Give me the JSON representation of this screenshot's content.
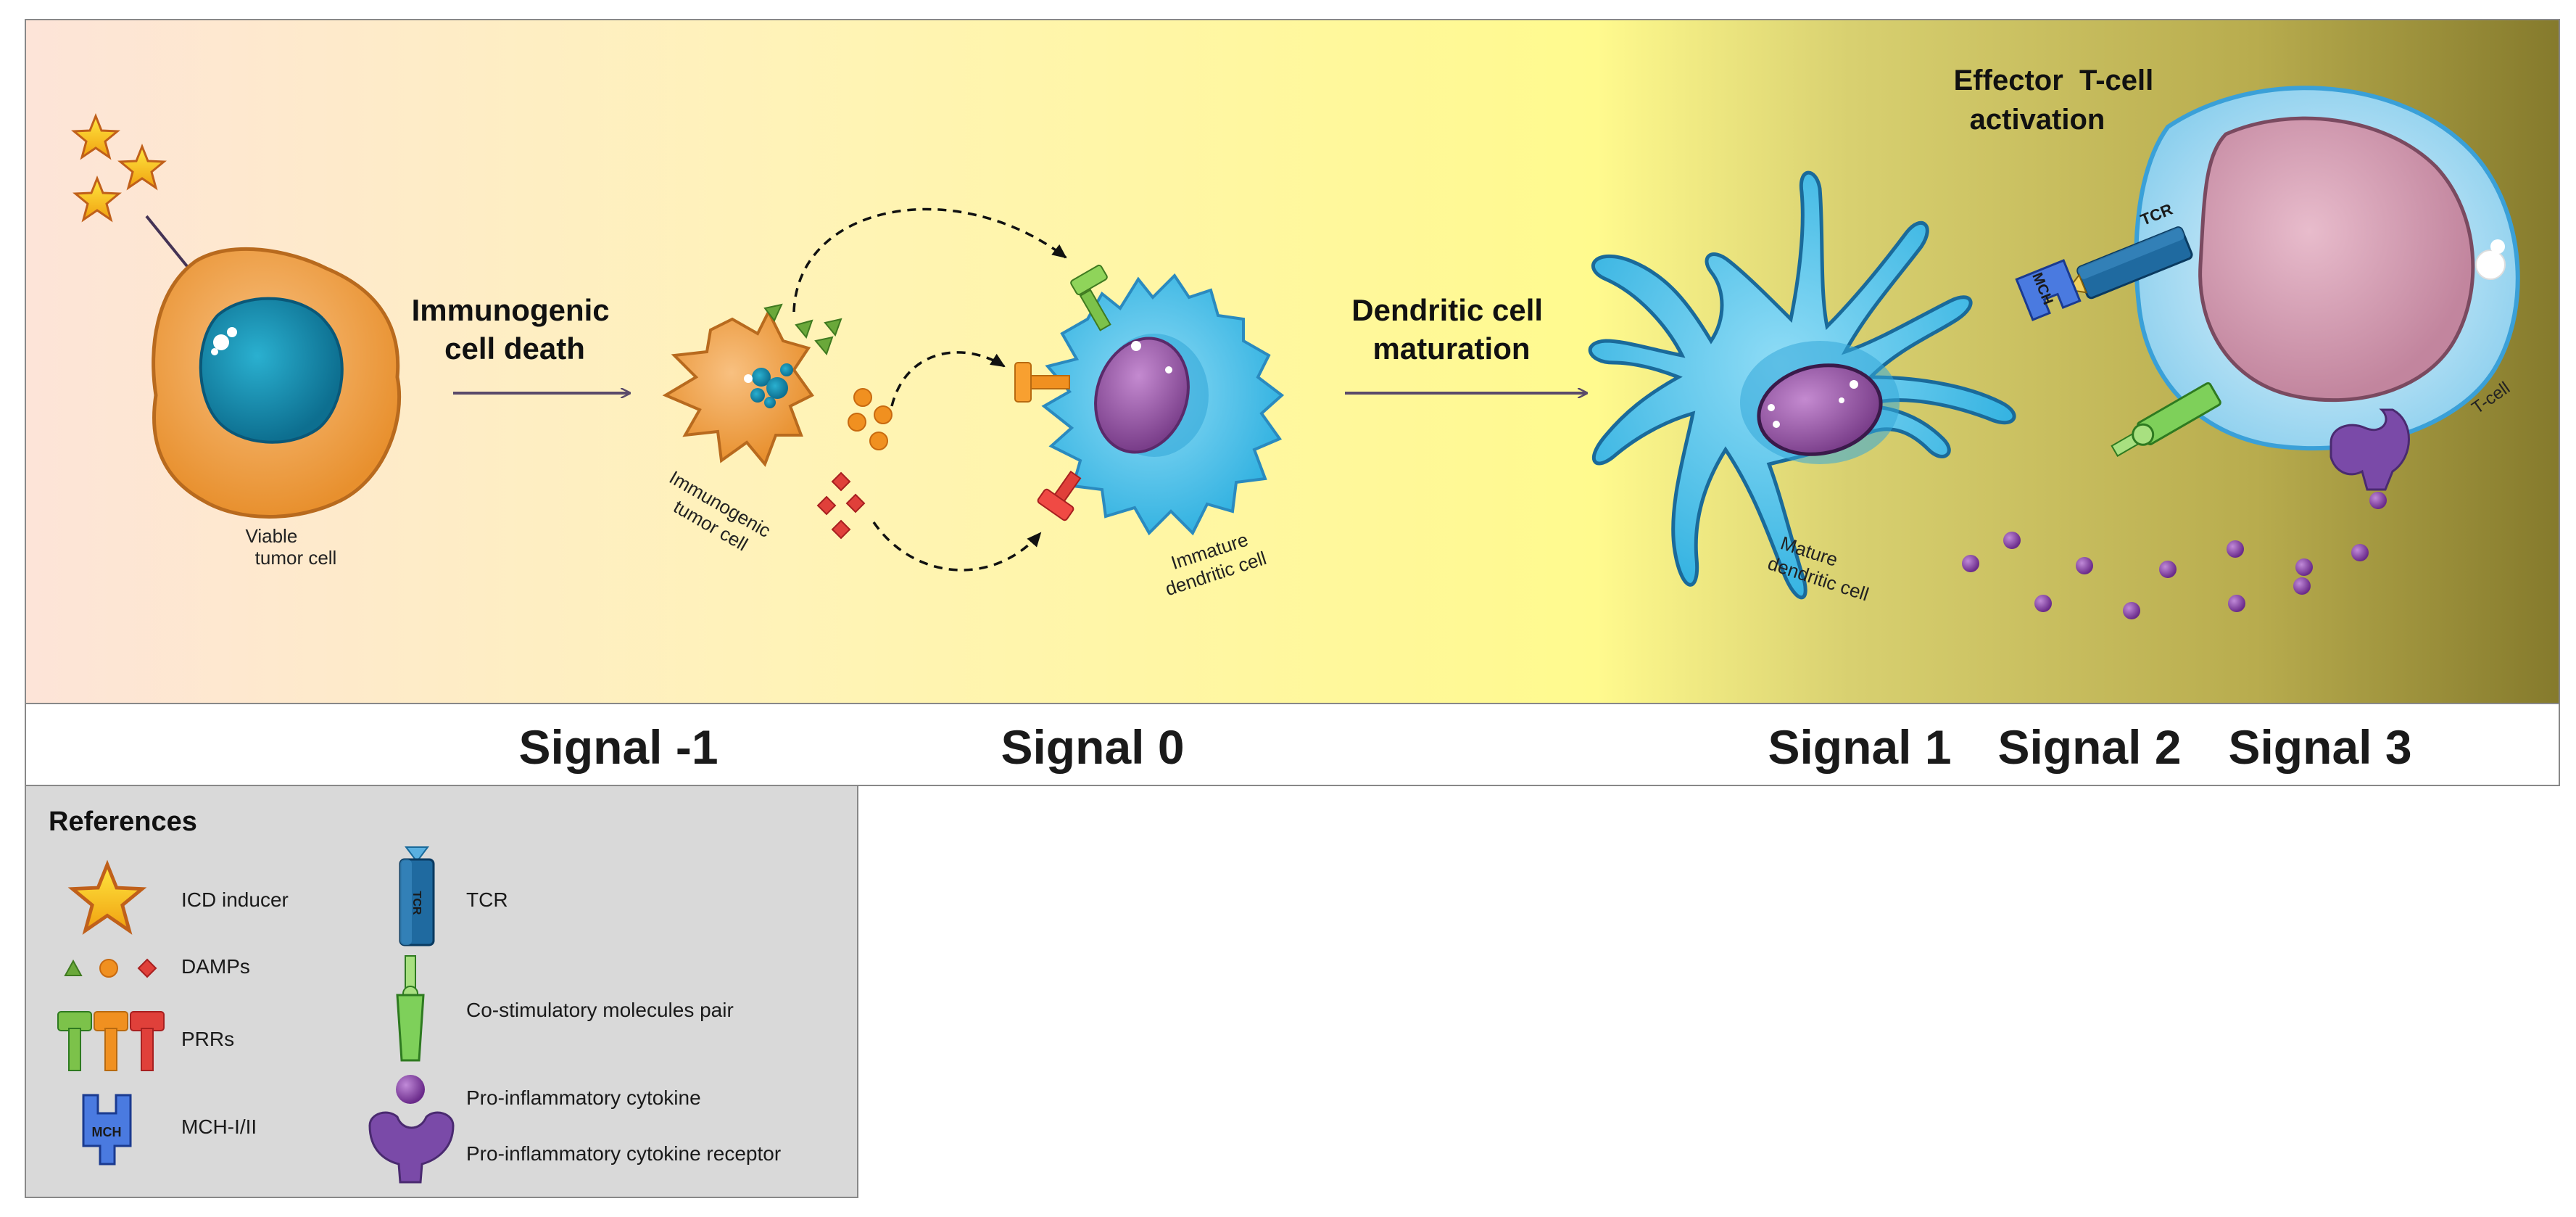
{
  "top_labels": {
    "immunogenic_cell_death": [
      "Immunogenic",
      "cell death"
    ],
    "dendritic_cell_maturation": [
      "Dendritic cell",
      "maturation"
    ],
    "effector_activation": [
      "Effector  T-cell",
      "activation"
    ]
  },
  "cell_labels": {
    "viable_tumor": [
      "Viable",
      "tumor cell"
    ],
    "immunogenic_tumor": [
      "Immunogenic",
      "tumor cell"
    ],
    "immature_dc": [
      "Immature",
      "dendritic cell"
    ],
    "mature_dc": [
      "Mature",
      "dendritic cell"
    ],
    "t_cell": "T-cell",
    "mch_text": "MCH",
    "tcr_text": "TCR"
  },
  "signals": [
    "Signal -1",
    "Signal 0",
    "Signal 1",
    "Signal 2",
    "Signal 3"
  ],
  "references": {
    "title": "References",
    "items": [
      {
        "icon": "star-icon",
        "label": "ICD inducer"
      },
      {
        "icon": "damps-icon",
        "label": "DAMPs"
      },
      {
        "icon": "prr-icon",
        "label": "PRRs"
      },
      {
        "icon": "mch-icon",
        "label": "MCH-I/II",
        "icon_text": "MCH"
      },
      {
        "icon": "tcr-icon",
        "label": "TCR",
        "icon_text": "TCR"
      },
      {
        "icon": "costim-icon",
        "label": "Co-stimulatory molecules pair"
      },
      {
        "icon": "cytokine-icon",
        "label": "Pro-inflammatory cytokine"
      },
      {
        "icon": "cytokine-receptor-icon",
        "label": "Pro-inflammatory cytokine receptor"
      }
    ]
  },
  "colors": {
    "tumor": "#f0a050",
    "nucleus_tumor": "#1a8fb0",
    "dendritic": "#4cc4ec",
    "nucleus_dc": "#9a5aa8",
    "tcell": "#d8a8bc",
    "cytokine": "#8040a0",
    "panel_bg_left": "#fde6d6",
    "panel_bg_mid": "#fff990",
    "panel_bg_right": "#8a7e32"
  }
}
